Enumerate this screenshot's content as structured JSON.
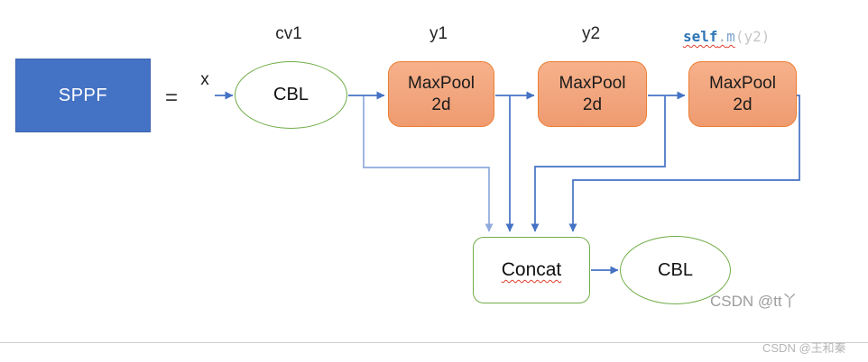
{
  "diagram": {
    "title_block": {
      "label": "SPPF"
    },
    "equals_sign": "=",
    "input_label": "x",
    "stage_labels": {
      "cv1": "cv1",
      "y1": "y1",
      "y2": "y2",
      "self_m": {
        "keyword": "self",
        "dot": ".",
        "method": "m",
        "args": "(y2)"
      }
    },
    "nodes": {
      "cbl1": "CBL",
      "maxpools": [
        {
          "line1": "MaxPool",
          "line2": "2d"
        },
        {
          "line1": "MaxPool",
          "line2": "2d"
        },
        {
          "line1": "MaxPool",
          "line2": "2d"
        }
      ],
      "concat": "Concat",
      "cbl2": "CBL"
    }
  },
  "watermarks": {
    "inline": "CSDN @tt丫",
    "footer": "CSDN @王和秦"
  },
  "colors": {
    "accent_blue": "#4472c4",
    "light_branch_blue": "#8faadc",
    "green_outline": "#70ad47",
    "orange_outline": "#ed7d31",
    "code_keyword_blue": "#2e75b6",
    "squiggle_red": "#e03e2d"
  }
}
